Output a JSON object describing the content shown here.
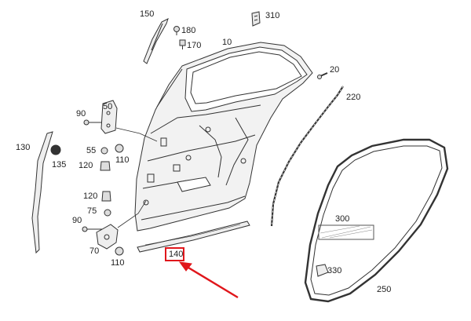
{
  "accent_color": "#e0161b",
  "labels": {
    "p150": "150",
    "p180": "180",
    "p170": "170",
    "p10": "10",
    "p310": "310",
    "p20": "20",
    "p220": "220",
    "p50": "50",
    "p90a": "90",
    "p55": "55",
    "p110a": "110",
    "p120a": "120",
    "p130": "130",
    "p135": "135",
    "p120b": "120",
    "p75": "75",
    "p90b": "90",
    "p70": "70",
    "p110b": "110",
    "p140": "140",
    "p300": "300",
    "p330": "330",
    "p250": "250"
  }
}
